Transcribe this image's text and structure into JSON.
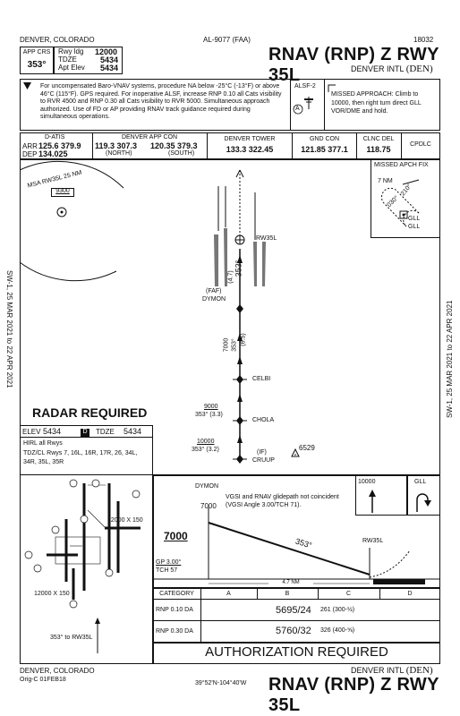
{
  "header": {
    "location": "DENVER, COLORADO",
    "procedure_number": "AL-9077 (FAA)",
    "airac": "18032",
    "title": "RNAV (RNP) Z RWY 35L",
    "airport": "DENVER INTL",
    "airport_id": "(DEN)"
  },
  "info_boxes": {
    "app_crs_label": "APP CRS",
    "app_crs": "353°",
    "rwy_ldg_label": "Rwy ldg",
    "rwy_ldg": "12000",
    "tdze_label": "TDZE",
    "tdze": "5434",
    "apt_elev_label": "Apt Elev",
    "apt_elev": "5434"
  },
  "notes": {
    "main": "For uncompensated Baro-VNAV systems, procedure NA below -25°C (-13°F) or above 46°C (115°F). GPS required. For inoperative ALSF, increase RNP 0.10 all Cats visibility to RVR 4500 and RNP 0.30 all Cats visibility to RVR 5000. Simultaneous approach authorized. Use of FD or AP providing RNAV track guidance required during simultaneous operations.",
    "lighting": "ALSF-2",
    "lighting_sub": "A",
    "missed_approach": "MISSED APPROACH: Climb to 10000, then right turn direct GLL VOR/DME and hold."
  },
  "comms": {
    "datis_label": "D-ATIS",
    "arr_label": "ARR",
    "arr_freq": "125.6 379.9",
    "dep_label": "DEP",
    "dep_freq": "134.025",
    "app_con_label": "DENVER APP CON",
    "app_con_north": "119.3 307.3",
    "app_con_north_label": "(NORTH)",
    "app_con_south": "120.35 379.3",
    "app_con_south_label": "(SOUTH)",
    "tower_label": "DENVER TOWER",
    "tower_freq": "133.3 322.45",
    "gnd_label": "GND CON",
    "gnd_freq": "121.85 377.1",
    "clnc_label": "CLNC DEL",
    "clnc_freq": "118.75",
    "cpdlc": "CPDLC"
  },
  "plan_view": {
    "msa": "MSA RW35L 25 NM",
    "msa_alt": "9300",
    "missed_fix_label": "MISSED APCH FIX",
    "missed_dist": "7 NM",
    "hold_in": "030°",
    "hold_out": "210°",
    "gll_1": "GLL",
    "gll_2": "GLL",
    "rw35l": "RW35L",
    "course_1": "353°",
    "dist_1": "(4.7)",
    "faf": "(FAF)",
    "dymon": "DYMON",
    "alt_dymon": "7000",
    "course_2": "353°",
    "dist_2": "(6.5)",
    "celbi": "CELBI",
    "alt_chola": "9000",
    "course_chola": "353° (3.3)",
    "chola": "CHOLA",
    "alt_cruup": "10000",
    "course_cruup": "353° (3.2)",
    "if_label": "(IF)",
    "cruup": "CRUUP",
    "obstacle": "6529",
    "radar": "RADAR REQUIRED",
    "side_left": "SW-1, 25 MAR 2021  to  22 APR 2021",
    "side_right": "SW-1, 25 MAR 2021  to  22 APR 2021"
  },
  "airport_diagram": {
    "elev_label": "ELEV",
    "elev": "5434",
    "d_badge": "D",
    "tdze_label": "TDZE",
    "tdze": "5434",
    "notes": "HIRL all Rwys",
    "tdz": "TDZ/CL Rwys 7, 16L, 16R, 17R, 26, 34L, 34R, 35L, 35R",
    "approach_label": "353° to RW35L",
    "rwy_dims": "12000 X 150",
    "rwy_dims2": "12000 X 150"
  },
  "profile": {
    "dymon": "DYMON",
    "dymon_alt": "7000",
    "note": "VGSI and RNAV glidepath not coincident (VGSI Angle 3.00/TCH 71).",
    "alt_label": "7000",
    "gp": "GP 3.00°",
    "tch": "TCH 57",
    "course": "353°",
    "rw35l": "RW35L",
    "dist": "4.7 NM",
    "missed_alt": "10000",
    "missed_fix": "GLL"
  },
  "minimums": {
    "headers": [
      "CATEGORY",
      "A",
      "B",
      "C",
      "D"
    ],
    "rows": [
      {
        "label": "RNP 0.10 DA",
        "value": "5695/24",
        "extra": "261 (300-½)"
      },
      {
        "label": "RNP 0.30 DA",
        "value": "5760/32",
        "extra": "326 (400-⅝)"
      }
    ],
    "auth": "AUTHORIZATION REQUIRED"
  },
  "footer": {
    "location": "DENVER, COLORADO",
    "orig": "Orig-C  01FEB18",
    "coords": "39°52'N-104°40'W",
    "airport": "DENVER INTL",
    "airport_id": "(DEN)",
    "title": "RNAV (RNP) Z RWY 35L"
  }
}
